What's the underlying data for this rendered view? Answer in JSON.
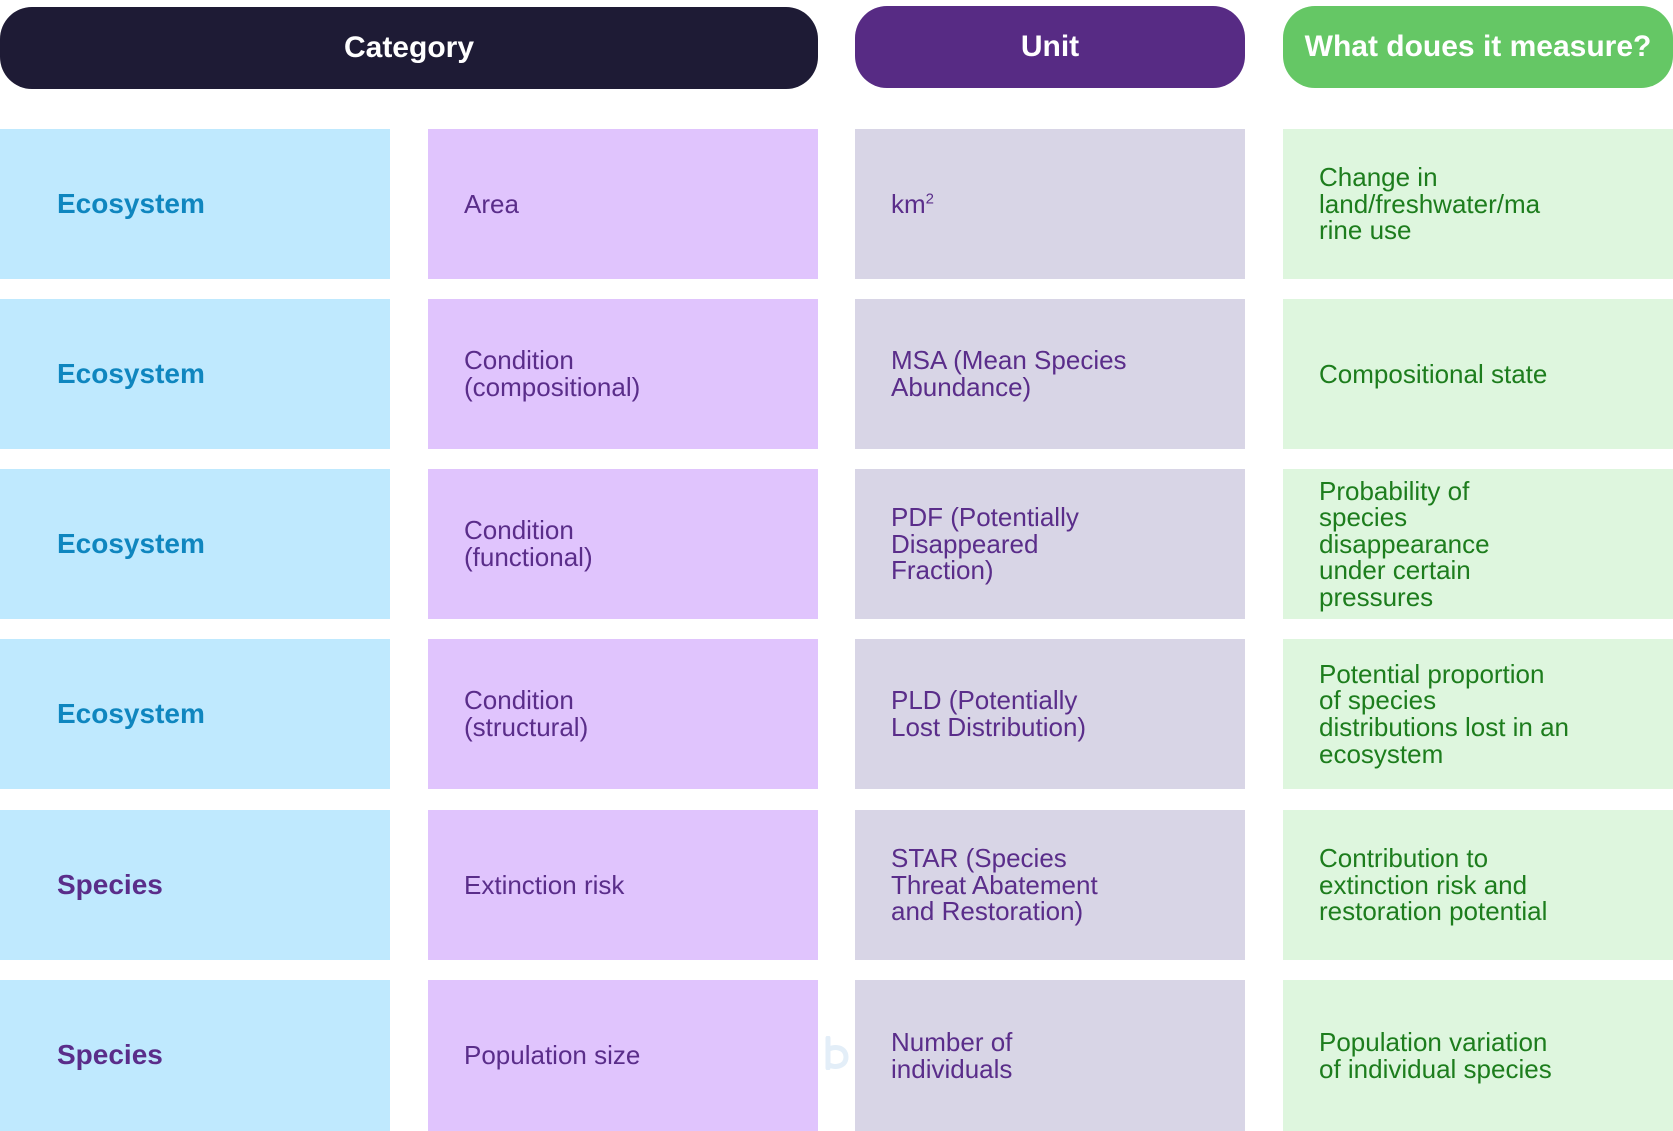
{
  "headers": {
    "category": "Category",
    "unit": "Unit",
    "measure": "What doues it measure?"
  },
  "rows": [
    {
      "type": "Ecosystem",
      "subcategory": "Area",
      "unit_base": "km",
      "unit_sup": "2",
      "measure": "Change in\nland/freshwater/ma\nrine use"
    },
    {
      "type": "Ecosystem",
      "subcategory": "Condition\n(compositional)",
      "unit": "MSA (Mean Species\nAbundance)",
      "measure": "Compositional state"
    },
    {
      "type": "Ecosystem",
      "subcategory": "Condition\n(functional)",
      "unit": "PDF (Potentially\nDisappeared\nFraction)",
      "measure": "Probability of\nspecies\ndisappearance\nunder certain\npressures"
    },
    {
      "type": "Ecosystem",
      "subcategory": "Condition\n(structural)",
      "unit": "PLD (Potentially\nLost Distribution)",
      "measure": "Potential proportion\nof species\ndistributions lost in an\necosystem"
    },
    {
      "type": "Species",
      "subcategory": "Extinction risk",
      "unit": "STAR (Species\nThreat Abatement\nand Restoration)",
      "measure": "Contribution to\nextinction risk and\nrestoration potential"
    },
    {
      "type": "Species",
      "subcategory": "Population size",
      "unit": "Number of\nindividuals",
      "measure": "Population variation\nof individual species"
    }
  ],
  "colors": {
    "category_header": "#1e1b35",
    "unit_header": "#572b84",
    "measure_header": "#65c765",
    "type_cell": "#bfe9fe",
    "subcategory_cell": "#e0c4fd",
    "unit_cell": "#d8d5e6",
    "measure_cell": "#def6de",
    "ecosystem_text": "#0f86bf",
    "species_text": "#5a2d8a",
    "measure_text": "#1d7d1d"
  },
  "watermark_icon": "b-logo-icon"
}
